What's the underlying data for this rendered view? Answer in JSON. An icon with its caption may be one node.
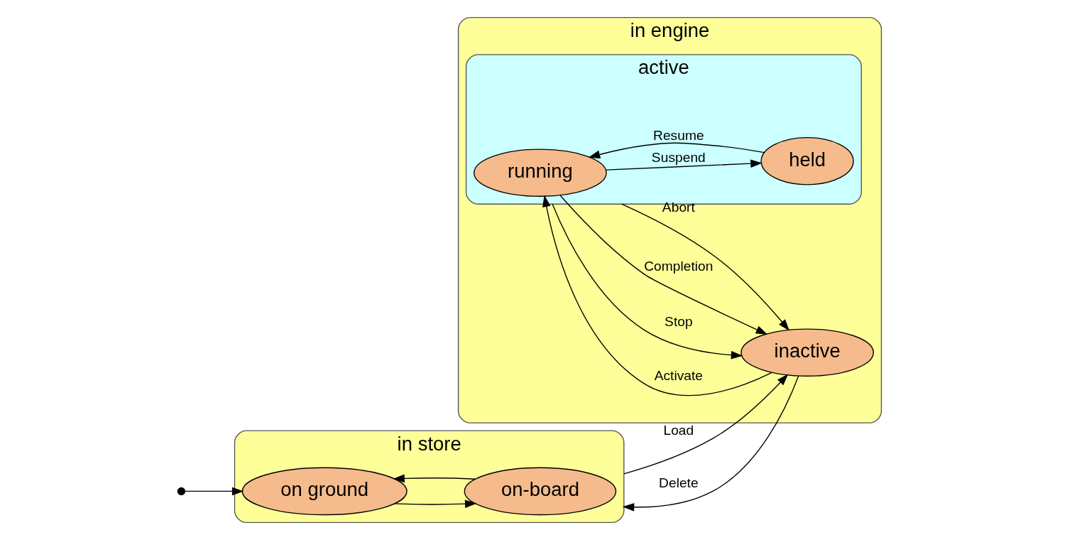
{
  "diagram": {
    "nodes": [
      {
        "text": [
          "in store"
        ]
      },
      {
        "text": [
          "on-board"
        ],
        "in": 0
      },
      {
        "text": [
          "on ground"
        ],
        "in": 0
      },
      {
        "text": [
          "in engine"
        ]
      },
      {
        "text": [
          "inactive"
        ],
        "in": 3
      },
      {
        "text": [
          "active"
        ],
        "in": 3
      },
      {
        "text": [
          "running"
        ],
        "in": 5
      },
      {
        "text": [
          "held"
        ],
        "in": 5
      },
      {
        "text": [],
        "shape": "circle"
      }
    ],
    "edges": [
      {
        "from": 8,
        "to": 2,
        "arrow": "to"
      },
      {
        "from": 2,
        "to": 1,
        "arrow": "to"
      },
      {
        "from": 1,
        "to": 2,
        "arrow": "to"
      },
      {
        "from": 0,
        "to": 4,
        "arrow": "to",
        "label": "Load"
      },
      {
        "from": 4,
        "to": 0,
        "arrow": "to",
        "label": "Delete"
      },
      {
        "from": 4,
        "to": 6,
        "arrow": "to",
        "label": "Activate"
      },
      {
        "from": 6,
        "to": 4,
        "arrow": "to",
        "label": "Completion"
      },
      {
        "from": 5,
        "to": 4,
        "arrow": "to",
        "label": "Stop"
      },
      {
        "from": 5,
        "to": 4,
        "arrow": "to",
        "label": "Abort"
      },
      {
        "from": 6,
        "to": 7,
        "arrow": "to",
        "label": "Suspend"
      },
      {
        "from": 7,
        "to": 6,
        "arrow": "to",
        "label": "Resume"
      }
    ]
  }
}
